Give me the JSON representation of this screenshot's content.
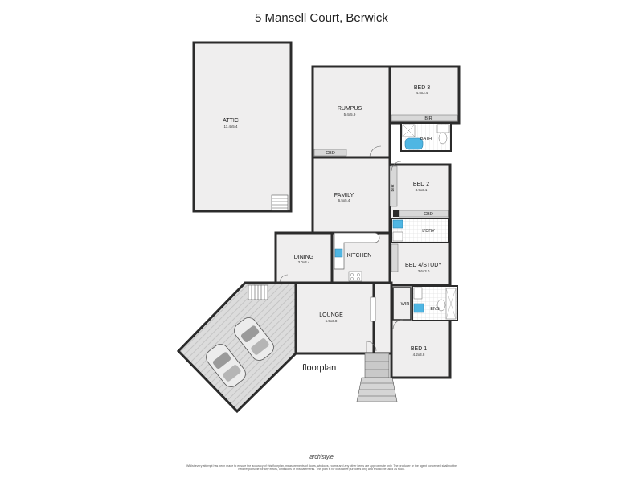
{
  "title": "5 Mansell Court, Berwick",
  "caption": "floorplan",
  "brand": "archistyle",
  "disclaimer": "Whilst every attempt has been made to ensure the accuracy of this floorplan, measurements of doors, windows, rooms and any other items are approximate only. The producer or the agent concerned shall not be held responsible for any errors, omissions or misstatements. This plan is for illustrative purposes only and should be used as such.",
  "rooms": {
    "attic": {
      "name": "ATTIC",
      "dim": "11.4x5.4"
    },
    "rumpus": {
      "name": "RUMPUS",
      "dim": "5.4x5.9"
    },
    "bed3": {
      "name": "BED 3",
      "dim": "4.5x3.4"
    },
    "family": {
      "name": "FAMILY",
      "dim": "6.5x5.4"
    },
    "bed2": {
      "name": "BED 2",
      "dim": "3.9x3.1"
    },
    "dining": {
      "name": "DINING",
      "dim": "3.0x3.4"
    },
    "kitchen": {
      "name": "KITCHEN",
      "dim": ""
    },
    "bed4": {
      "name": "BED 4/STUDY",
      "dim": "3.6x3.0"
    },
    "lounge": {
      "name": "LOUNGE",
      "dim": "5.5x3.8"
    },
    "bed1": {
      "name": "BED 1",
      "dim": "4.2x3.8"
    }
  },
  "labels": {
    "bath": "BATH",
    "ldry": "L'DRY",
    "ens": "ENS",
    "wir": "WIR",
    "bir_top": "BIR",
    "bir_side": "BIR",
    "cbd_rumpus": "CBD",
    "cbd_hall": "CBD"
  }
}
